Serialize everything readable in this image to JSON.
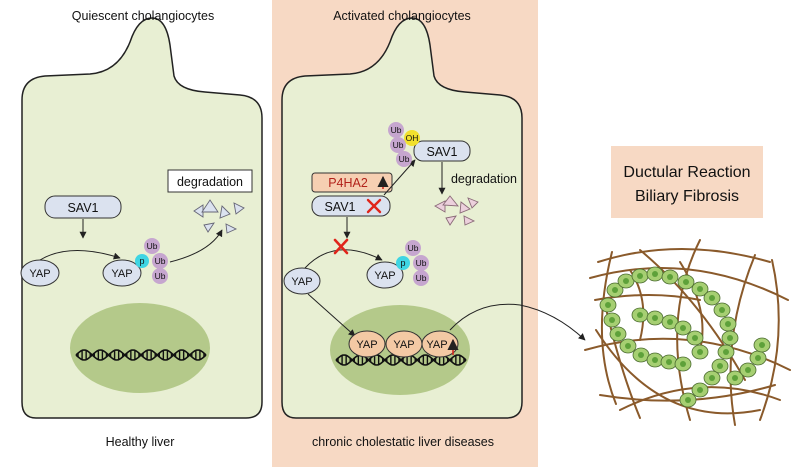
{
  "left_panel": {
    "title": "Quiescent cholangiocytes",
    "caption": "Healthy liver",
    "sav1_label": "SAV1",
    "yap_label": "YAP",
    "yap_bound_label": "YAP",
    "phospho_label": "p",
    "ub_labels": [
      "Ub",
      "Ub",
      "Ub"
    ],
    "degradation_label": "degradation"
  },
  "right_panel": {
    "title": "Activated cholangiocytes",
    "caption": "chronic cholestatic liver diseases",
    "p4ha2_label": "P4HA2",
    "sav1_label": "SAV1",
    "sav1_modified_label": "SAV1",
    "oh_label": "OH",
    "ub_top_labels": [
      "Ub",
      "Ub",
      "Ub"
    ],
    "degradation_label": "degradation",
    "yap_label": "YAP",
    "yap_bound_label": "YAP",
    "phospho_label": "p",
    "ub_labels": [
      "Ub",
      "Ub",
      "Ub"
    ],
    "nuclear_yap_labels": [
      "YAP",
      "YAP",
      "YAP"
    ]
  },
  "outcome": {
    "line1": "Ductular Reaction",
    "line2": "Biliary Fibrosis"
  },
  "colors": {
    "cell_fill": "#e8efd3",
    "nucleus_fill": "#b4c98a",
    "panel_highlight": "#f7d9c4",
    "protein_fill": "#dbe2ef",
    "yap_nuclear_fill": "#f3c9a4",
    "ub_fill": "#c6a6cf",
    "phospho_fill": "#3fd5e3",
    "oh_fill": "#f2e02e",
    "inhibit_mark": "#e0251b",
    "up_arrow": "#d02a20",
    "p4ha2_fill": "#f6cfb2",
    "p4ha2_text": "#b2221a",
    "fibre": "#8a5a2b",
    "duct_cell": "#a6cf72",
    "duct_nucleus": "#5ea13a"
  }
}
